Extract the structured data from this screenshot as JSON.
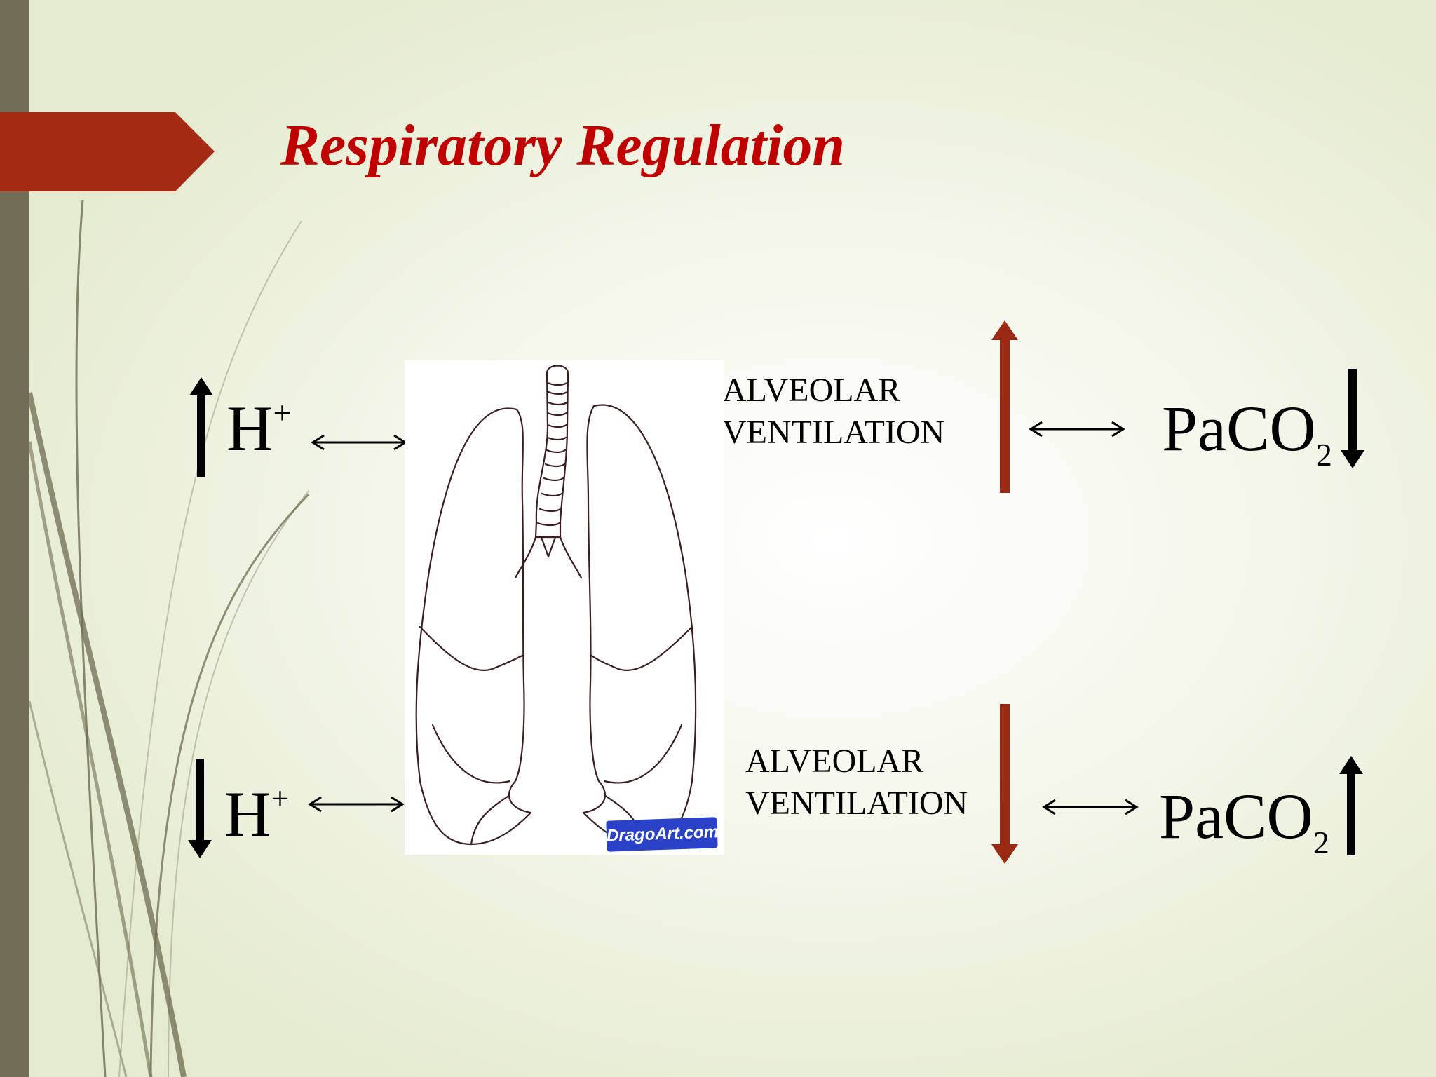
{
  "slide": {
    "title": "Respiratory Regulation"
  },
  "rows": [
    {
      "h_label": "H",
      "h_sup": "+",
      "h_direction": "up",
      "ventilation_line1": "ALVEOLAR",
      "ventilation_line2": "VENTILATION",
      "ventilation_direction": "up",
      "paco2_label": "PaCO",
      "paco2_sub": "2",
      "paco2_direction": "down"
    },
    {
      "h_label": "H",
      "h_sup": "+",
      "h_direction": "down",
      "ventilation_line1": "ALVEOLAR",
      "ventilation_line2": "VENTILATION",
      "ventilation_direction": "down",
      "paco2_label": "PaCO",
      "paco2_sub": "2",
      "paco2_direction": "up"
    }
  ],
  "image": {
    "watermark": "DragoArt.com"
  },
  "colors": {
    "title": "#c00000",
    "banner": "#a32b14",
    "ventilation_arrow": "#9b2a15",
    "strip": "#726e55",
    "decor_lines": "#6e6b50"
  }
}
